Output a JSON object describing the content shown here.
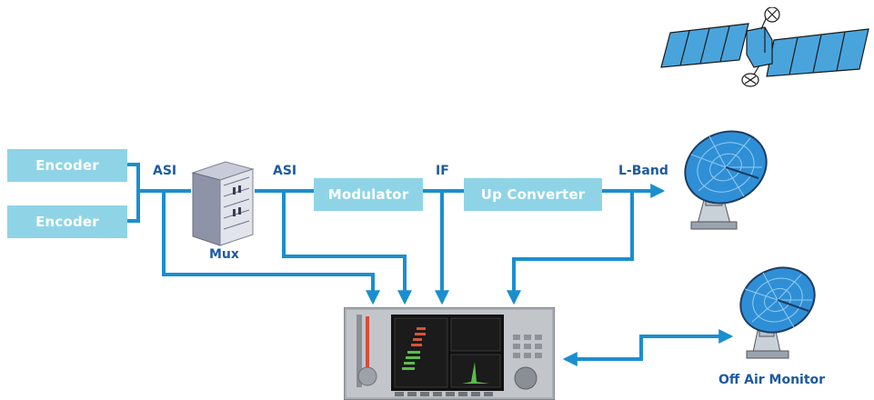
{
  "blocks": {
    "encoder_1": "Encoder",
    "encoder_2": "Encoder",
    "modulator": "Modulator",
    "up_converter": "Up Converter"
  },
  "labels": {
    "asi_1": "ASI",
    "asi_2": "ASI",
    "if": "IF",
    "l_band": "L-Band",
    "mux": "Mux",
    "off_air_monitor": "Off Air Monitor"
  },
  "colors": {
    "block_fill": "#8fd4e6",
    "arrow": "#1a8fce",
    "label_text": "#1e5aa0"
  },
  "icons": [
    "satellite-icon",
    "mux-server-icon",
    "satellite-dish-icon",
    "monitor-dish-icon",
    "analyzer-rack-icon"
  ]
}
